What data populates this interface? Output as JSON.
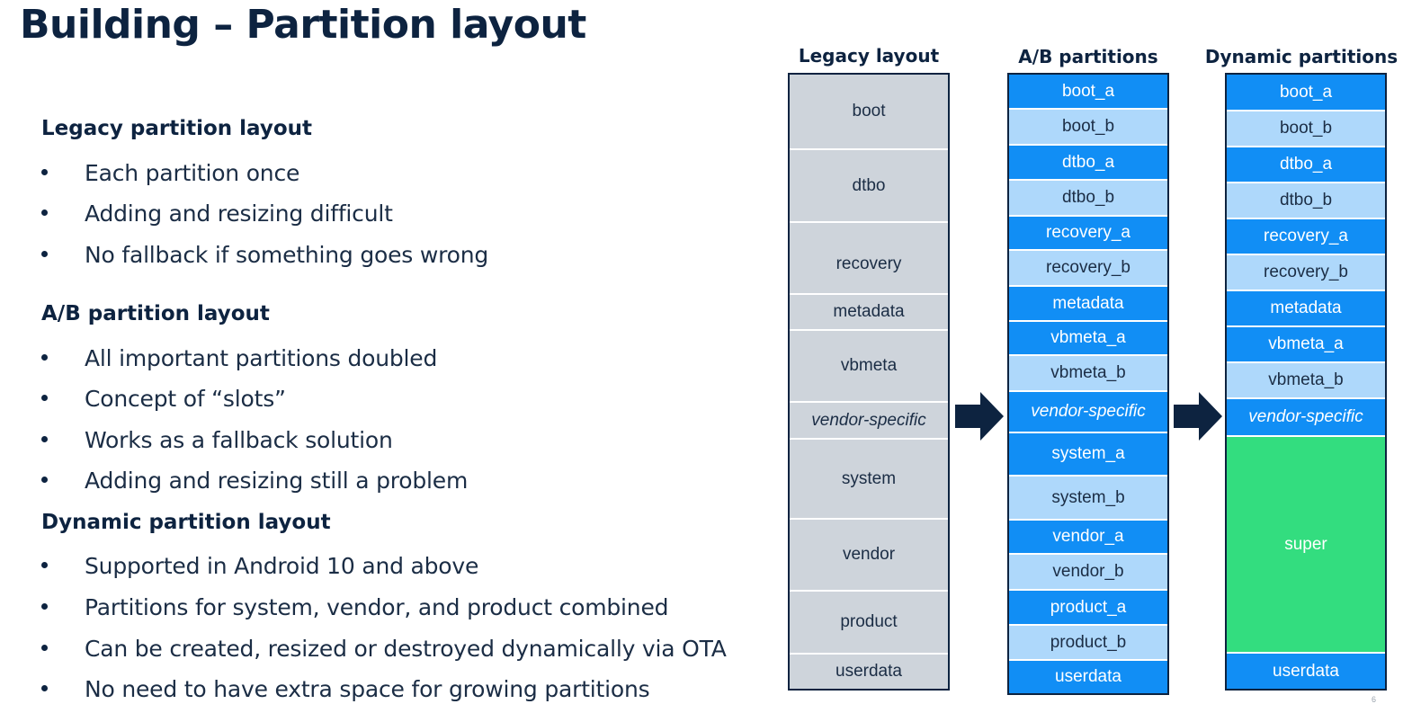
{
  "title": "Building – Partition layout",
  "sections": [
    {
      "heading": "Legacy partition layout",
      "bullets": [
        "Each partition once",
        "Adding and resizing difficult",
        "No fallback if something goes wrong"
      ]
    },
    {
      "heading": "A/B partition layout",
      "bullets": [
        "All important partitions doubled",
        "Concept of “slots”",
        "Works as a fallback solution",
        "Adding and resizing still a problem"
      ]
    },
    {
      "heading": "Dynamic partition layout",
      "bullets": [
        "Supported in Android 10 and above",
        "Partitions for system, vendor, and product combined",
        "Can be created, resized or destroyed dynamically via OTA",
        "No need to have extra space for growing partitions"
      ]
    }
  ],
  "diagram": {
    "legacy": {
      "title": "Legacy layout",
      "partitions": [
        "boot",
        "dtbo",
        "recovery",
        "metadata",
        "vbmeta",
        "vendor-specific",
        "system",
        "vendor",
        "product",
        "userdata"
      ]
    },
    "ab": {
      "title": "A/B partitions",
      "partitions": [
        "boot_a",
        "boot_b",
        "dtbo_a",
        "dtbo_b",
        "recovery_a",
        "recovery_b",
        "metadata",
        "vbmeta_a",
        "vbmeta_b",
        "vendor-specific",
        "system_a",
        "system_b",
        "vendor_a",
        "vendor_b",
        "product_a",
        "product_b",
        "userdata"
      ]
    },
    "dynamic": {
      "title": "Dynamic partitions",
      "partitions": [
        "boot_a",
        "boot_b",
        "dtbo_a",
        "dtbo_b",
        "recovery_a",
        "recovery_b",
        "metadata",
        "vbmeta_a",
        "vbmeta_b",
        "vendor-specific",
        "super",
        "userdata"
      ]
    }
  },
  "colors": {
    "text_dark": "#0d2340",
    "legacy_cell": "#ced4db",
    "partition_a": "#118ef5",
    "partition_b": "#aed8fb",
    "super": "#33dd7f"
  },
  "icons": {
    "flow_arrow": "right-arrow-icon"
  },
  "page_number": "6"
}
